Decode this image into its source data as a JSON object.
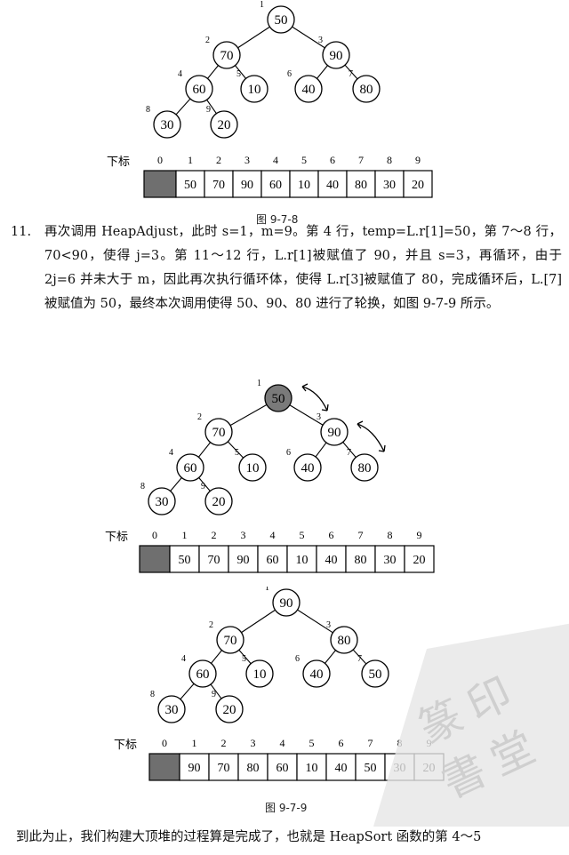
{
  "figures": {
    "fig_9_7_8": {
      "caption": "图 9-7-8",
      "heap": [
        {
          "idx": "1",
          "val": "50"
        },
        {
          "idx": "2",
          "val": "70"
        },
        {
          "idx": "3",
          "val": "90"
        },
        {
          "idx": "4",
          "val": "60"
        },
        {
          "idx": "5",
          "val": "10"
        },
        {
          "idx": "6",
          "val": "40"
        },
        {
          "idx": "7",
          "val": "80"
        },
        {
          "idx": "8",
          "val": "30"
        },
        {
          "idx": "9",
          "val": "20"
        }
      ],
      "array_label": "下标",
      "indices": [
        "0",
        "1",
        "2",
        "3",
        "4",
        "5",
        "6",
        "7",
        "8",
        "9"
      ],
      "values": [
        "50",
        "70",
        "90",
        "60",
        "10",
        "40",
        "80",
        "30",
        "20"
      ]
    },
    "fig_9_7_9_before": {
      "heap": [
        {
          "idx": "1",
          "val": "50"
        },
        {
          "idx": "2",
          "val": "70"
        },
        {
          "idx": "3",
          "val": "90"
        },
        {
          "idx": "4",
          "val": "60"
        },
        {
          "idx": "5",
          "val": "10"
        },
        {
          "idx": "6",
          "val": "40"
        },
        {
          "idx": "7",
          "val": "80"
        },
        {
          "idx": "8",
          "val": "30"
        },
        {
          "idx": "9",
          "val": "20"
        }
      ],
      "array_label": "下标",
      "indices": [
        "0",
        "1",
        "2",
        "3",
        "4",
        "5",
        "6",
        "7",
        "8",
        "9"
      ],
      "values": [
        "50",
        "70",
        "90",
        "60",
        "10",
        "40",
        "80",
        "30",
        "20"
      ]
    },
    "fig_9_7_9_after": {
      "caption": "图 9-7-9",
      "heap": [
        {
          "idx": "1",
          "val": "90"
        },
        {
          "idx": "2",
          "val": "70"
        },
        {
          "idx": "3",
          "val": "80"
        },
        {
          "idx": "4",
          "val": "60"
        },
        {
          "idx": "5",
          "val": "10"
        },
        {
          "idx": "6",
          "val": "40"
        },
        {
          "idx": "7",
          "val": "50"
        },
        {
          "idx": "8",
          "val": "30"
        },
        {
          "idx": "9",
          "val": "20"
        }
      ],
      "array_label": "下标",
      "indices": [
        "0",
        "1",
        "2",
        "3",
        "4",
        "5",
        "6",
        "7",
        "8",
        "9"
      ],
      "values": [
        "90",
        "70",
        "80",
        "60",
        "10",
        "40",
        "50",
        "30",
        "20"
      ]
    }
  },
  "paragraph": {
    "number": "11.",
    "text": "再次调用 HeapAdjust，此时 s=1，m=9。第 4 行，temp=L.r[1]=50，第 7～8 行，70<90，使得 j=3。第 11～12 行，L.r[1]被赋值了 90，并且 s=3，再循环，由于 2j=6 并未大于 m，因此再次执行循环体，使得 L.r[3]被赋值了 80，完成循环后，L.[7]被赋值为 50，最终本次调用使得 50、90、80 进行了轮换，如图 9-7-9 所示。"
  },
  "bottom_text": "到此为止，我们构建大顶堆的过程算是完成了，也就是 HeapSort 函数的第 4～5"
}
